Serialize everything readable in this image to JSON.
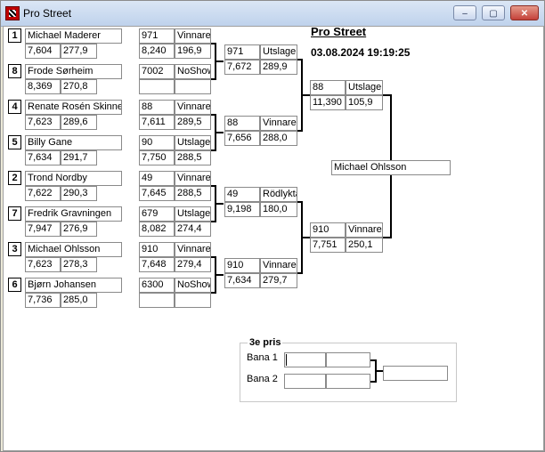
{
  "window": {
    "title": "Pro Street",
    "minimize_glyph": "–",
    "maximize_glyph": "▢",
    "close_glyph": "✕"
  },
  "event": {
    "title": "Pro Street",
    "datetime": "03.08.2024 19:19:25"
  },
  "round1": [
    {
      "seed": "1",
      "name": "Michael Maderer",
      "et": "7,604",
      "speed": "277,9"
    },
    {
      "seed": "8",
      "name": "Frode Sørheim",
      "et": "8,369",
      "speed": "270,8"
    },
    {
      "seed": "4",
      "name": "Renate Rosén Skinne",
      "et": "7,623",
      "speed": "289,6"
    },
    {
      "seed": "5",
      "name": "Billy Gane",
      "et": "7,634",
      "speed": "291,7"
    },
    {
      "seed": "2",
      "name": "Trond Nordby",
      "et": "7,622",
      "speed": "290,3"
    },
    {
      "seed": "7",
      "name": "Fredrik Gravningen",
      "et": "7,947",
      "speed": "276,9"
    },
    {
      "seed": "3",
      "name": "Michael Ohlsson",
      "et": "7,623",
      "speed": "278,3"
    },
    {
      "seed": "6",
      "name": "Bjørn Johansen",
      "et": "7,736",
      "speed": "285,0"
    }
  ],
  "round2": [
    {
      "num": "971",
      "status": "Vinnare",
      "et": "8,240",
      "speed": "196,9"
    },
    {
      "num": "7002",
      "status": "NoShow",
      "et": "",
      "speed": ""
    },
    {
      "num": "88",
      "status": "Vinnare",
      "et": "7,611",
      "speed": "289,5"
    },
    {
      "num": "90",
      "status": "Utslagen",
      "et": "7,750",
      "speed": "288,5"
    },
    {
      "num": "49",
      "status": "Vinnare",
      "et": "7,645",
      "speed": "288,5"
    },
    {
      "num": "679",
      "status": "Utslagen",
      "et": "8,082",
      "speed": "274,4"
    },
    {
      "num": "910",
      "status": "Vinnare",
      "et": "7,648",
      "speed": "279,4"
    },
    {
      "num": "6300",
      "status": "NoShow",
      "et": "",
      "speed": ""
    }
  ],
  "round3": [
    {
      "num": "971",
      "status": "Utslagen",
      "et": "7,672",
      "speed": "289,9"
    },
    {
      "num": "88",
      "status": "Vinnare",
      "et": "7,656",
      "speed": "288,0"
    },
    {
      "num": "49",
      "status": "Rödlykta",
      "et": "9,198",
      "speed": "180,0"
    },
    {
      "num": "910",
      "status": "Vinnare",
      "et": "7,634",
      "speed": "279,7"
    }
  ],
  "round4": [
    {
      "num": "88",
      "status": "Utslagen",
      "et": "11,390",
      "speed": "105,9"
    },
    {
      "num": "910",
      "status": "Vinnare",
      "et": "7,751",
      "speed": "250,1"
    }
  ],
  "winner": {
    "name": "Michael Ohlsson"
  },
  "third_place": {
    "legend": "3e pris",
    "lane1_label": "Bana 1",
    "lane2_label": "Bana 2"
  }
}
